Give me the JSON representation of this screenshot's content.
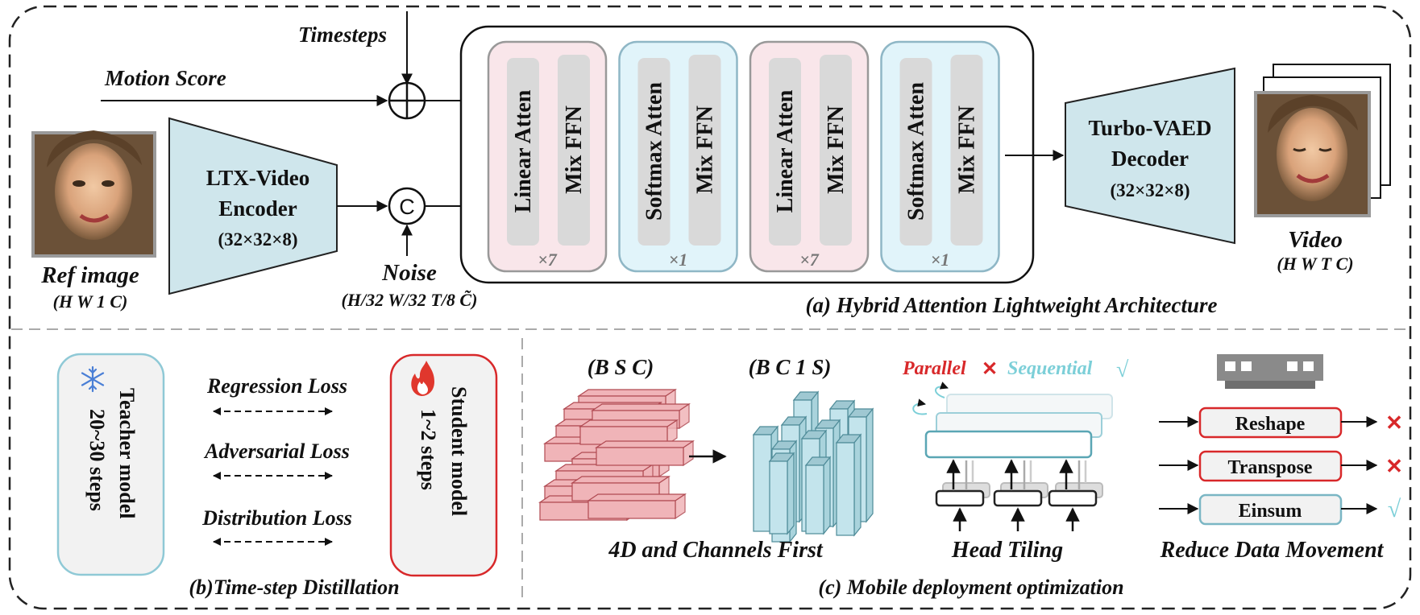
{
  "section_a": {
    "caption": "(a) Hybrid Attention Lightweight Architecture",
    "inputs": {
      "timesteps": "Timesteps",
      "motion_score": "Motion Score",
      "noise": "Noise",
      "noise_shape": "(H/32 W/32 T/8 C̃)",
      "add_symbol": "⊕",
      "concat_symbol": "C"
    },
    "ref_image": {
      "label": "Ref image",
      "shape": "(H W 1 C)"
    },
    "encoder": {
      "line1": "LTX-Video",
      "line2": "Encoder",
      "line3": "(32×32×8)"
    },
    "decoder": {
      "line1": "Turbo-VAED",
      "line2": "Decoder",
      "line3": "(32×32×8)"
    },
    "video": {
      "label": "Video",
      "shape": "(H W T C)"
    },
    "blocks": [
      {
        "attention": "Linear Atten",
        "ffn": "Mix FFN",
        "repeat": "×7",
        "kind": "linear"
      },
      {
        "attention": "Softmax Atten",
        "ffn": "Mix FFN",
        "repeat": "×1",
        "kind": "softmax"
      },
      {
        "attention": "Linear Atten",
        "ffn": "Mix FFN",
        "repeat": "×7",
        "kind": "linear"
      },
      {
        "attention": "Softmax Atten",
        "ffn": "Mix FFN",
        "repeat": "×1",
        "kind": "softmax"
      }
    ]
  },
  "section_b": {
    "caption": "(b)Time-step Distillation",
    "teacher": {
      "title": "Teacher model",
      "steps": "20~30 steps"
    },
    "student": {
      "title": "Student model",
      "steps": "1~2 steps"
    },
    "losses": [
      "Regression Loss",
      "Adversarial Loss",
      "Distribution Loss"
    ]
  },
  "section_c": {
    "caption": "(c) Mobile deployment optimization",
    "layout": {
      "from_label": "(B S C)",
      "to_label": "(B C 1 S)",
      "title": "4D and  Channels First"
    },
    "tiling": {
      "parallel_label": "Parallel",
      "parallel_mark": "✕",
      "sequential_label": "Sequential",
      "sequential_mark": "√",
      "title": "Head Tiling"
    },
    "data_movement": {
      "title": "Reduce Data Movement",
      "ops": [
        {
          "label": "Reshape",
          "mark": "✕",
          "status": "bad"
        },
        {
          "label": "Transpose",
          "mark": "✕",
          "status": "bad"
        },
        {
          "label": "Einsum",
          "mark": "√",
          "status": "good"
        }
      ]
    }
  },
  "colors": {
    "linear_block": "#f9e6ea",
    "linear_border": "#999999",
    "softmax_block": "#e1f4fa",
    "softmax_border": "#8fb7c6",
    "ffn_gray": "#d9d9d9",
    "codec": "#cfe6ec",
    "red": "#d8282a",
    "cyan": "#7ccfd8",
    "pink_prism": "#f0b4b8",
    "blue_prism": "#c3e4ec"
  }
}
